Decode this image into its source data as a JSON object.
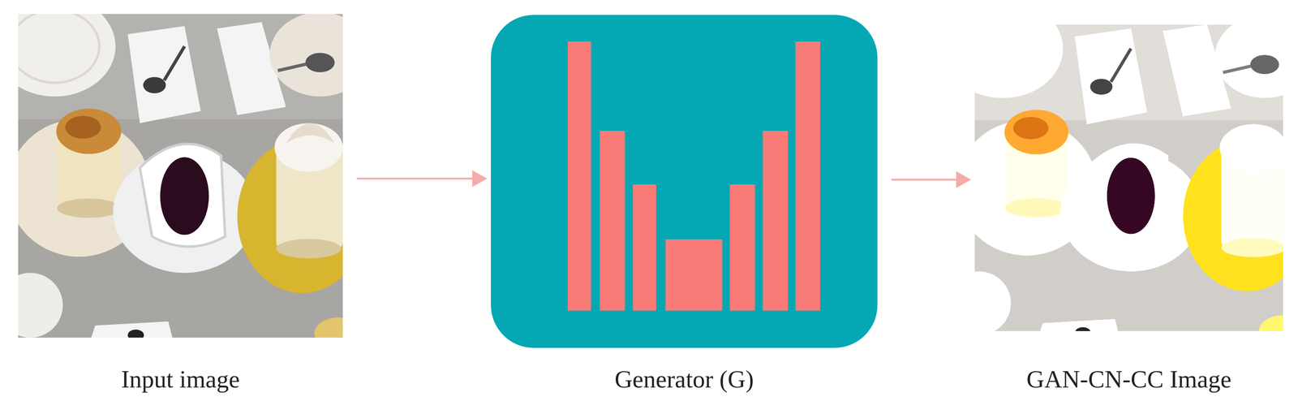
{
  "diagram": {
    "nodes": [
      {
        "text": [
          "Input image"
        ]
      },
      {
        "text": [
          "Generator (G)"
        ]
      },
      {
        "text": [
          "GAN-CN-CC Image"
        ]
      }
    ],
    "edges": [
      {
        "from": 0,
        "to": 1,
        "arrow": "to"
      },
      {
        "from": 1,
        "to": 2,
        "arrow": "to"
      }
    ]
  }
}
